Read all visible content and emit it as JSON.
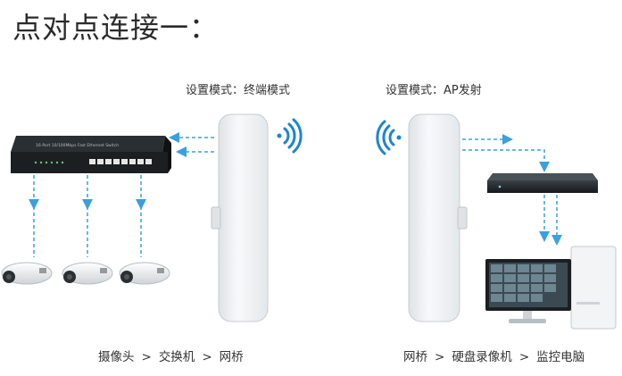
{
  "title": "点对点连接一：",
  "left": {
    "mode_label": "设置模式：终端模式",
    "chain": [
      "摄像头",
      "交换机",
      "网桥"
    ],
    "switch_text": "16-Port 10/100Mbps Fast Ethernet Switch"
  },
  "right": {
    "mode_label": "设置模式：AP发射",
    "chain": [
      "网桥",
      "硬盘录像机",
      "监控电脑"
    ]
  },
  "separator": ">",
  "colors": {
    "flow_arrow": "#3aa0e0",
    "wifi": "#1f84d0",
    "device_body": "#eef0f2",
    "device_dark": "#1f2428"
  },
  "icons": [
    "network-switch-icon",
    "cctv-camera-icon",
    "wireless-bridge-icon",
    "wifi-signal-icon",
    "dvr-recorder-icon",
    "monitor-pc-icon"
  ]
}
